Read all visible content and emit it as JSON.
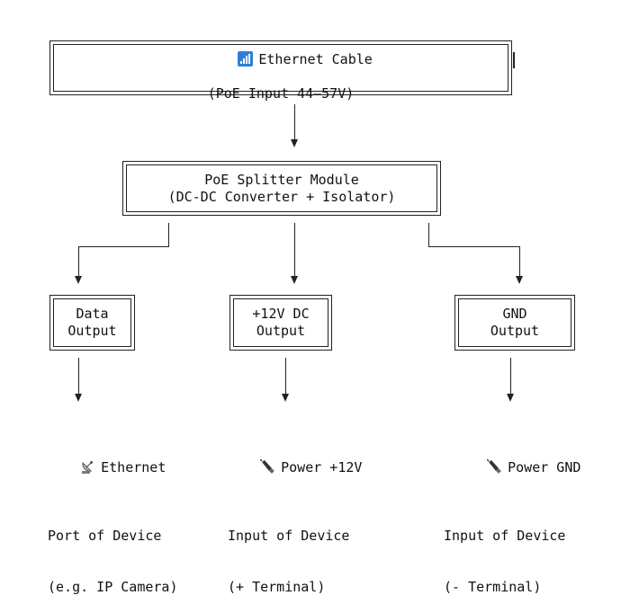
{
  "nodes": {
    "ethernet_cable": {
      "line1": "Ethernet Cable",
      "line2": "(PoE Input 44–57V)",
      "icon": "signal-icon"
    },
    "splitter": {
      "line1": "PoE Splitter Module",
      "line2": "(DC-DC Converter + Isolator)"
    },
    "data_output": {
      "line1": "Data",
      "line2": "Output"
    },
    "power_output": {
      "line1": "+12V DC",
      "line2": "Output"
    },
    "gnd_output": {
      "line1": "GND",
      "line2": "Output"
    }
  },
  "destinations": {
    "ethernet_port": {
      "line1": "Ethernet",
      "line2": "Port of Device",
      "line3": "(e.g. IP Camera)",
      "icon": "satellite-dish-icon"
    },
    "power_input": {
      "line1": "Power +12V",
      "line2": "Input of Device",
      "line3": "(+ Terminal)",
      "icon": "plug-icon"
    },
    "gnd_input": {
      "line1": "Power GND",
      "line2": "Input of Device",
      "line3": "(- Terminal)",
      "icon": "plug-icon"
    }
  }
}
